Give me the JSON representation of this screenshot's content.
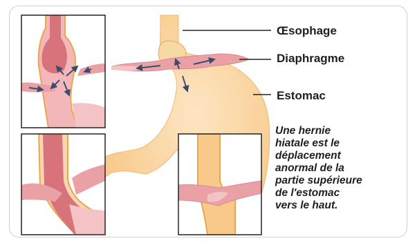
{
  "labels": {
    "oesophage": "Œsophage",
    "diaphragme": "Diaphragme",
    "estomac": "Estomac"
  },
  "caption_lines": [
    "Une hernie",
    "hiatale est le",
    "déplacement",
    "anormal de la",
    "partie supérieure",
    "de l'estomac",
    "vers le haut."
  ],
  "colors": {
    "stomach": "#f8c98a",
    "stomach_outline": "#e9a74d",
    "diaphragm": "#e9a1a6",
    "diaphragm_light": "#f3c3c5",
    "esophagus_lumen": "#d8737c",
    "arrow": "#3c4a6b",
    "inset_border": "#222222",
    "text": "#1e1e1e"
  }
}
